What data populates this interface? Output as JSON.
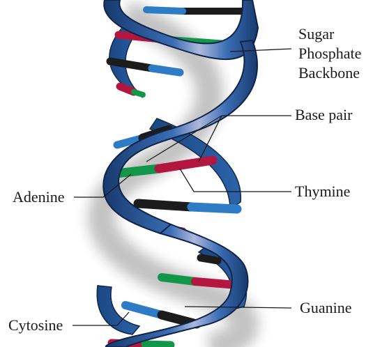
{
  "labels": {
    "sugar_phosphate_backbone": [
      "Sugar",
      "Phosphate",
      "Backbone"
    ],
    "base_pair": "Base pair",
    "adenine": "Adenine",
    "thymine": "Thymine",
    "guanine": "Guanine",
    "cytosine": "Cytosine"
  },
  "colors": {
    "backbone_blue": "#2c63a8",
    "backbone_dark": "#173a6e",
    "backbone_highlight": "#aeb8dc",
    "adenine_green": "#12964a",
    "thymine_red": "#b3173f",
    "guanine_black": "#1c1c1c",
    "cytosine_blue": "#2f7cc6"
  }
}
